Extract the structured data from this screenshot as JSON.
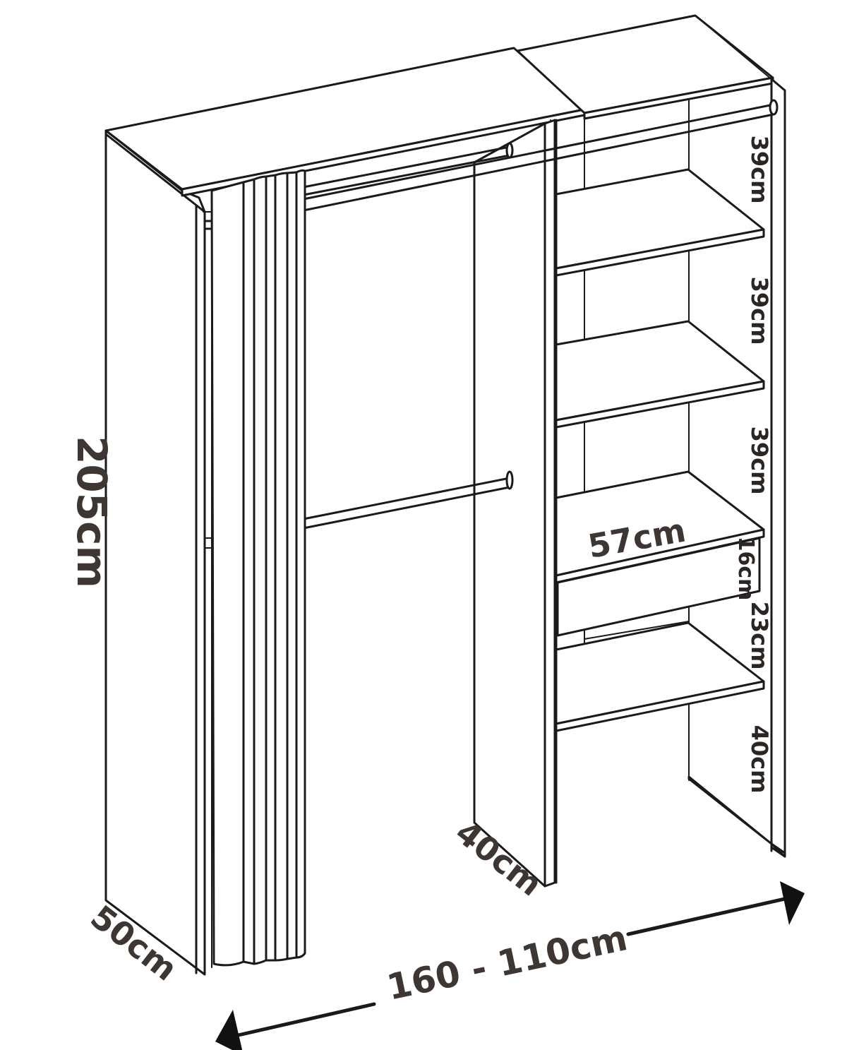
{
  "dimensions": {
    "height": "205cm",
    "depth_left": "50cm",
    "depth_center": "40cm",
    "width": "160 - 110cm",
    "shelf_width": "57cm",
    "drawer_height": "16cm",
    "gap1": "39cm",
    "gap2": "39cm",
    "gap3": "39cm",
    "gap4": "23cm",
    "gap5": "40cm"
  }
}
